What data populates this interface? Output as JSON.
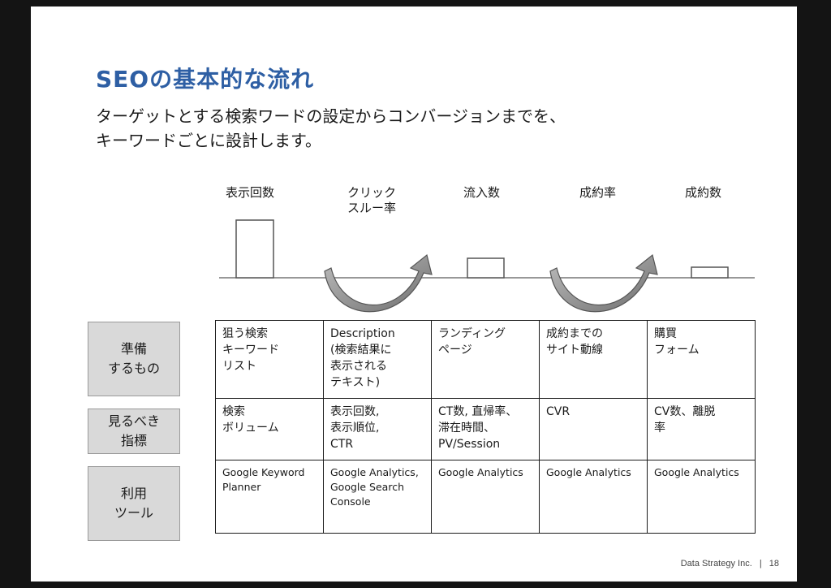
{
  "title": "SEOの基本的な流れ",
  "subtitle": {
    "line1": "ターゲットとする検索ワードの設定からコンバージョンまでを、",
    "line2": "キーワードごとに設計します。"
  },
  "stages": {
    "impressions": "表示回数",
    "ctr": "クリック\nスルー率",
    "visits": "流入数",
    "cvr": "成約率",
    "conversions": "成約数"
  },
  "funnel_levels": {
    "impressions": 1.0,
    "visits": 0.34,
    "conversions": 0.19
  },
  "side_labels": {
    "prepare": "準備\nするもの",
    "metrics": "見るべき\n指標",
    "tools": "利用\nツール"
  },
  "table": {
    "prepare": [
      "狙う検索\nキーワード\nリスト",
      "Description\n(検索結果に\n表示される\nテキスト)",
      "ランディング\nページ",
      "成約までの\nサイト動線",
      "購買\nフォーム"
    ],
    "metrics": [
      "検索\nボリューム",
      "表示回数,\n表示順位,\nCTR",
      "CT数, 直帰率、\n滞在時間、\nPV/Session",
      "CVR",
      "CV数、離脱\n率"
    ],
    "tools": [
      "Google Keyword\nPlanner",
      "Google Analytics,\nGoogle Search\nConsole",
      "Google Analytics",
      "Google Analytics",
      "Google Analytics"
    ]
  },
  "footer": {
    "company": "Data Strategy Inc.",
    "separator": "|",
    "page": "18"
  },
  "colors": {
    "title": "#2e5fa4",
    "box_fill": "#d9d9d9",
    "arrow": "#8a8a8a"
  }
}
